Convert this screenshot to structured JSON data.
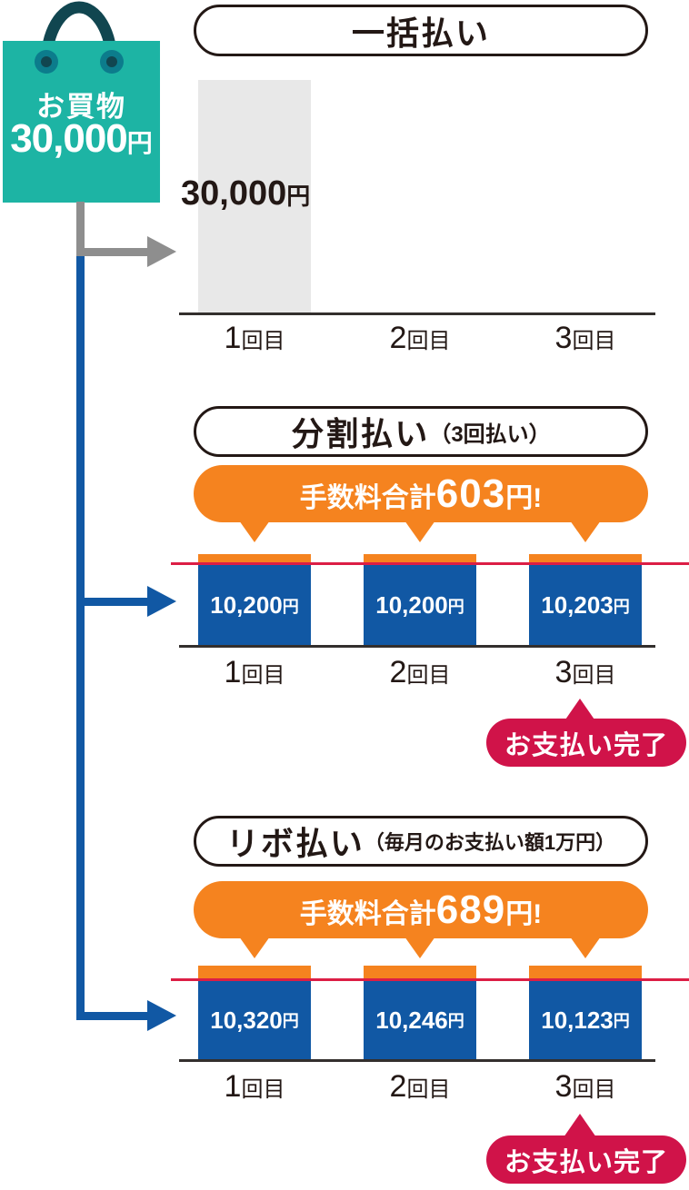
{
  "units": {
    "yen": "円"
  },
  "purchase": {
    "label": "お買物",
    "amount": "30,000"
  },
  "x_labels": [
    {
      "num": "1",
      "suffix": "回目"
    },
    {
      "num": "2",
      "suffix": "回目"
    },
    {
      "num": "3",
      "suffix": "回目"
    }
  ],
  "sections": [
    {
      "title": "一括払い",
      "bar_value": "30,000"
    },
    {
      "title": "分割払い",
      "subtitle": "（3回払い）",
      "fee_label": "手数料合計",
      "fee_amount": "603",
      "fee_unit": "円!",
      "bars": [
        {
          "value": "10,200"
        },
        {
          "value": "10,200"
        },
        {
          "value": "10,203"
        }
      ],
      "complete": "お支払い完了"
    },
    {
      "title": "リボ払い",
      "subtitle": "（毎月のお支払い額1万円）",
      "fee_label": "手数料合計",
      "fee_amount": "689",
      "fee_unit": "円!",
      "bars": [
        {
          "value": "10,320"
        },
        {
          "value": "10,246"
        },
        {
          "value": "10,123"
        }
      ],
      "complete": "お支払い完了"
    }
  ],
  "colors": {
    "bag_teal": "#1db4a4",
    "bag_handle_dark_teal": "#114650",
    "bag_grommet_teal": "#0c7c8c",
    "bar_blue": "#1158a4",
    "fee_orange": "#f5831f",
    "badge_crimson": "#d01349",
    "threshold_red": "#dc1e45",
    "arrow_gray": "#8e8e8e",
    "bar_gray": "#e8e8e8",
    "ink": "#231815"
  },
  "chart_data": [
    {
      "type": "bar",
      "title": "一括払い",
      "categories": [
        "1回目",
        "2回目",
        "3回目"
      ],
      "values": [
        30000,
        0,
        0
      ],
      "ylabel": "円"
    },
    {
      "type": "bar",
      "title": "分割払い（3回払い）",
      "categories": [
        "1回目",
        "2回目",
        "3回目"
      ],
      "values": [
        10200,
        10200,
        10203
      ],
      "fee_total": 603,
      "threshold": 10000,
      "ylabel": "円"
    },
    {
      "type": "bar",
      "title": "リボ払い（毎月のお支払い額1万円）",
      "categories": [
        "1回目",
        "2回目",
        "3回目"
      ],
      "values": [
        10320,
        10246,
        10123
      ],
      "fee_total": 689,
      "threshold": 10000,
      "ylabel": "円"
    }
  ]
}
